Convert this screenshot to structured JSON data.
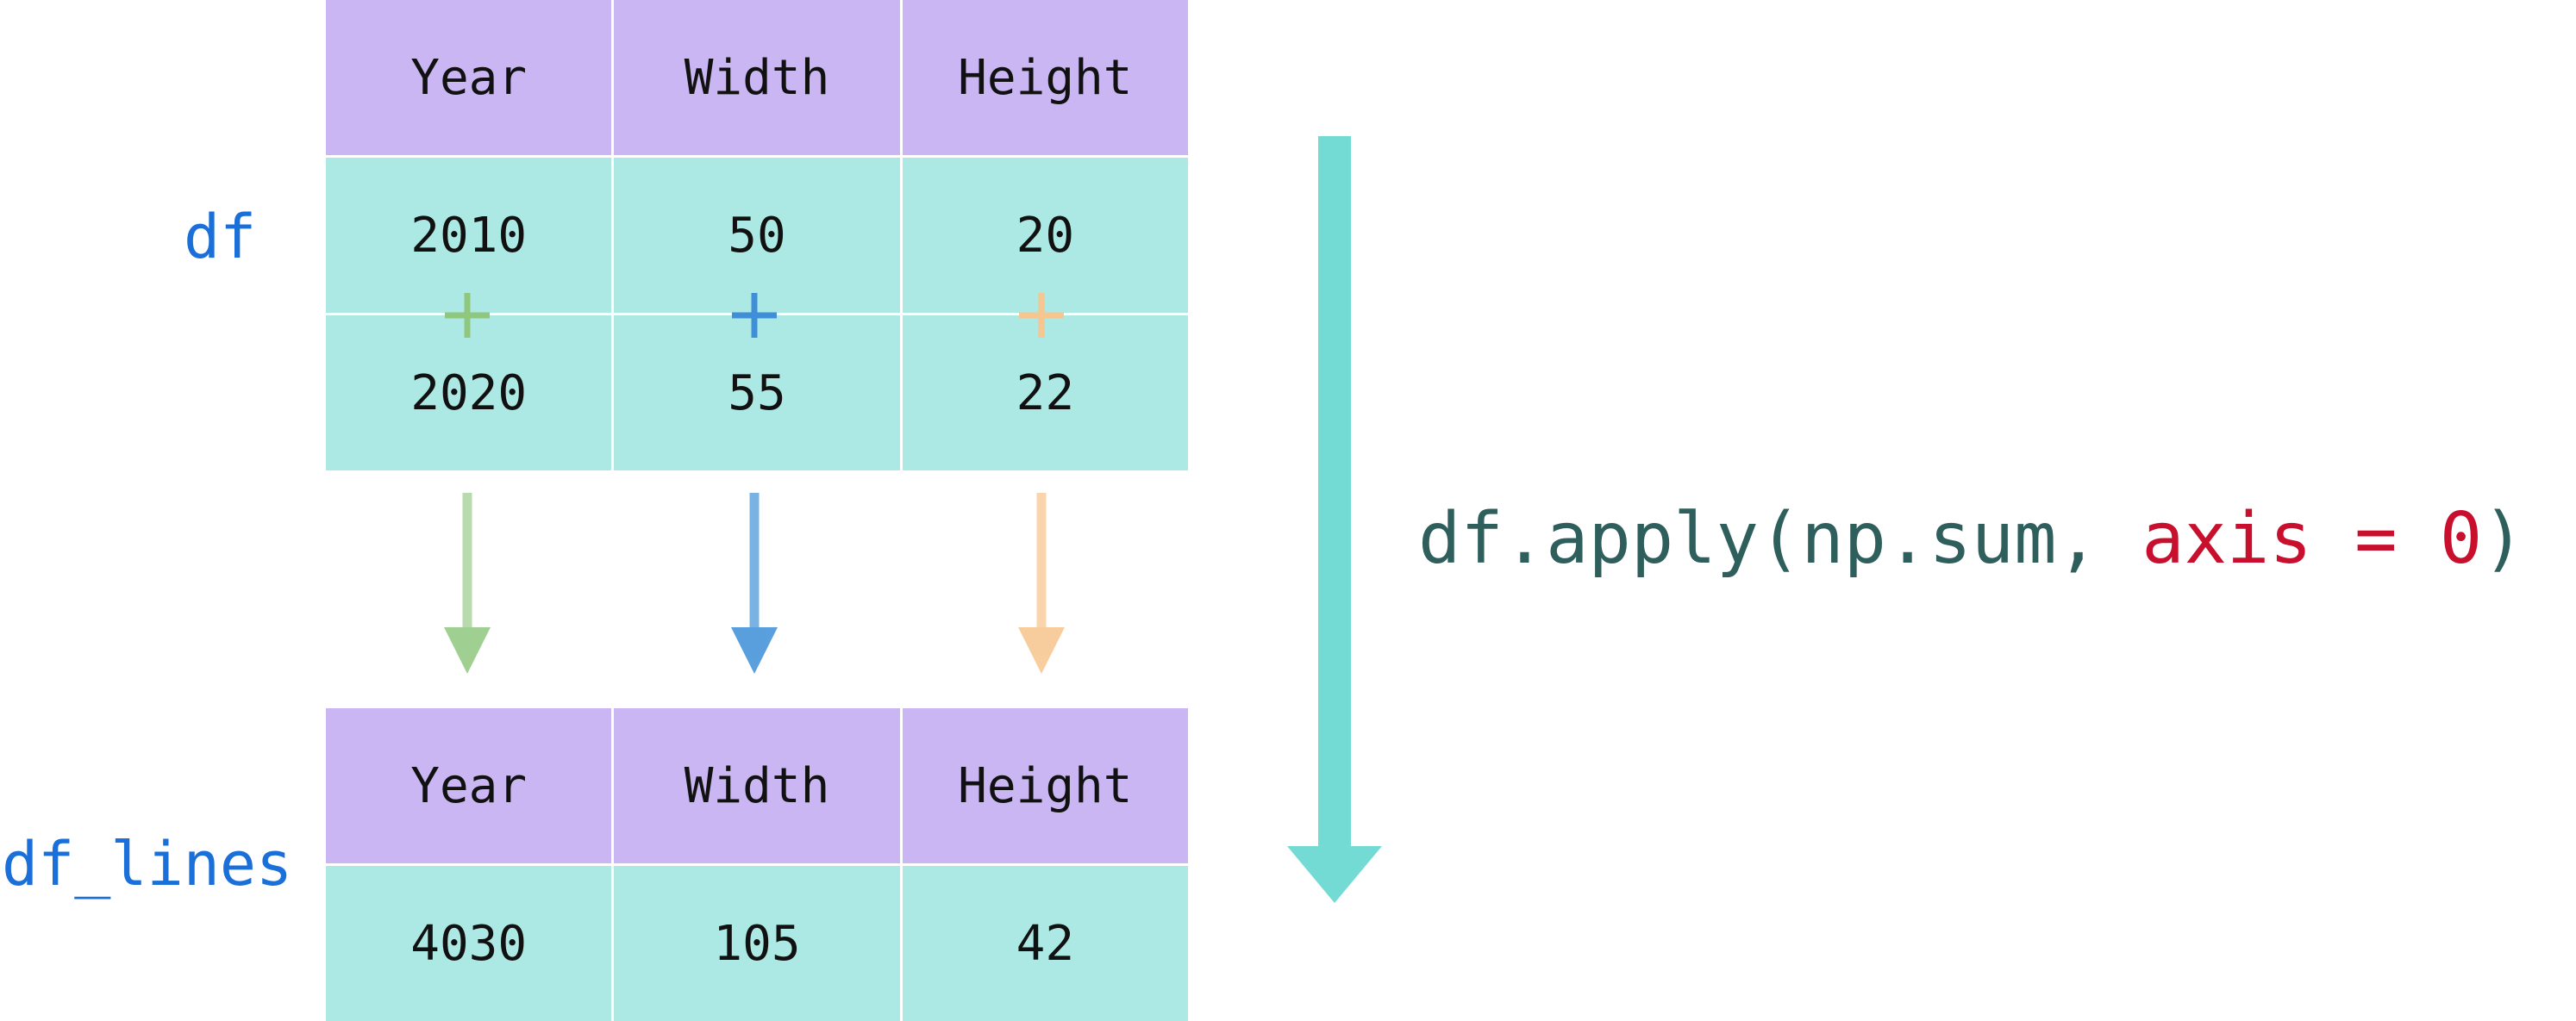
{
  "top_table": {
    "label": "df",
    "headers": [
      "Year",
      "Width",
      "Height"
    ],
    "rows": [
      [
        "2010",
        "50",
        "20"
      ],
      [
        "2020",
        "55",
        "22"
      ]
    ],
    "operator": "+"
  },
  "bottom_table": {
    "label": "df_lines",
    "headers": [
      "Year",
      "Width",
      "Height"
    ],
    "rows": [
      [
        "4030",
        "105",
        "42"
      ]
    ]
  },
  "code": {
    "prefix": "df.apply(np.sum, ",
    "highlight": "axis = 0",
    "suffix": ")"
  },
  "colors": {
    "header_bg": "#c9b6f2",
    "cell_bg": "#ace8e4",
    "label": "#1a6fd8",
    "code_text": "#2f5f5c",
    "code_highlight": "#c8102e",
    "big_arrow": "#74dbd4",
    "col_year": "#8fc77e",
    "col_width": "#3e8fd8",
    "col_height": "#f7c58e"
  }
}
